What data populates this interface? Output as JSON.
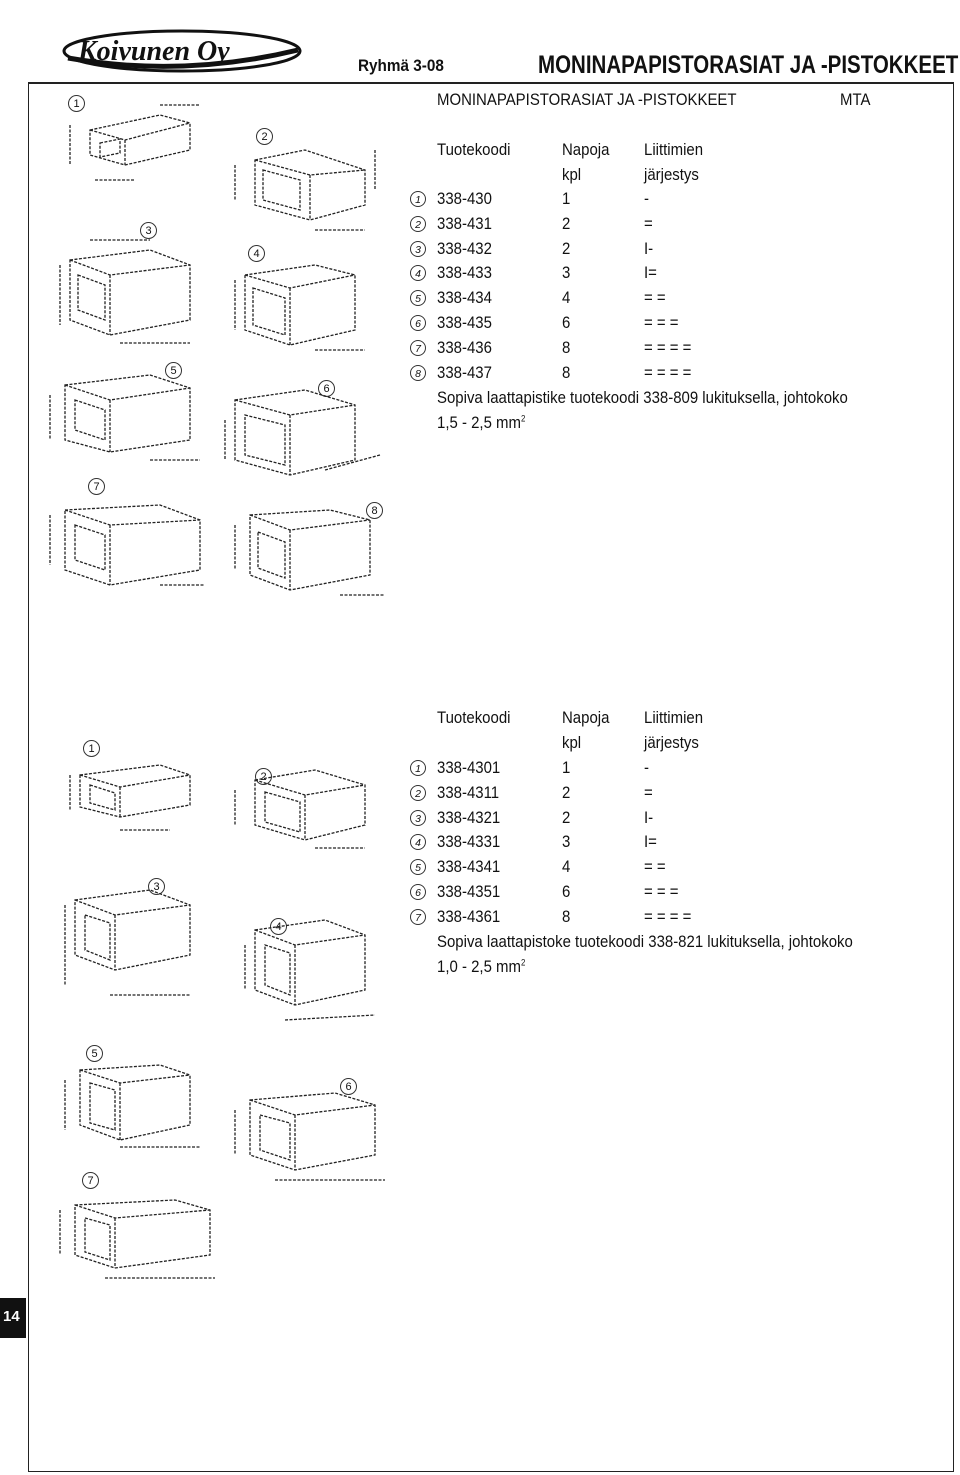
{
  "header": {
    "logo_text": "Koivunen Oy",
    "group": "Ryhmä 3-08",
    "title": "MONINAPAPISTORASIAT JA -PISTOKKEET"
  },
  "section1": {
    "title": "MONINAPAPISTORASIAT JA -PISTOKKEET",
    "brand": "MTA",
    "col_code": "Tuotekoodi",
    "col_pins1": "Napoja",
    "col_pins2": "kpl",
    "col_order1": "Liittimien",
    "col_order2": "järjestys",
    "rows": [
      {
        "n": "1",
        "code": "338-430",
        "pins": "1",
        "order": "-"
      },
      {
        "n": "2",
        "code": "338-431",
        "pins": "2",
        "order": "="
      },
      {
        "n": "3",
        "code": "338-432",
        "pins": "2",
        "order": "I-"
      },
      {
        "n": "4",
        "code": "338-433",
        "pins": "3",
        "order": "I="
      },
      {
        "n": "5",
        "code": "338-434",
        "pins": "4",
        "order": "= ="
      },
      {
        "n": "6",
        "code": "338-435",
        "pins": "6",
        "order": "= = ="
      },
      {
        "n": "7",
        "code": "338-436",
        "pins": "8",
        "order": "= = = ="
      },
      {
        "n": "8",
        "code": "338-437",
        "pins": "8",
        "order": "= = = ="
      }
    ],
    "note": "Sopiva laattapistike tuotekoodi 338-809 lukituksella, johtokoko",
    "note2": "1,5 - 2,5 mm",
    "note2_sup": "2"
  },
  "section2": {
    "col_code": "Tuotekoodi",
    "col_pins1": "Napoja",
    "col_pins2": "kpl",
    "col_order1": "Liittimien",
    "col_order2": "järjestys",
    "rows": [
      {
        "n": "1",
        "code": "338-4301",
        "pins": "1",
        "order": "-"
      },
      {
        "n": "2",
        "code": "338-4311",
        "pins": "2",
        "order": "="
      },
      {
        "n": "3",
        "code": "338-4321",
        "pins": "2",
        "order": "I-"
      },
      {
        "n": "4",
        "code": "338-4331",
        "pins": "3",
        "order": "I="
      },
      {
        "n": "5",
        "code": "338-4341",
        "pins": "4",
        "order": "= ="
      },
      {
        "n": "6",
        "code": "338-4351",
        "pins": "6",
        "order": "= = ="
      },
      {
        "n": "7",
        "code": "338-4361",
        "pins": "8",
        "order": "= = = ="
      }
    ],
    "note": "Sopiva laattapistoke tuotekoodi 338-821 lukituksella, johtokoko",
    "note2": "1,0 - 2,5 mm",
    "note2_sup": "2"
  },
  "figure_labels_top": [
    "1",
    "2",
    "3",
    "4",
    "5",
    "6",
    "7",
    "8"
  ],
  "figure_labels_bottom": [
    "1",
    "2",
    "3",
    "4",
    "5",
    "6",
    "7"
  ],
  "page_number": "14"
}
